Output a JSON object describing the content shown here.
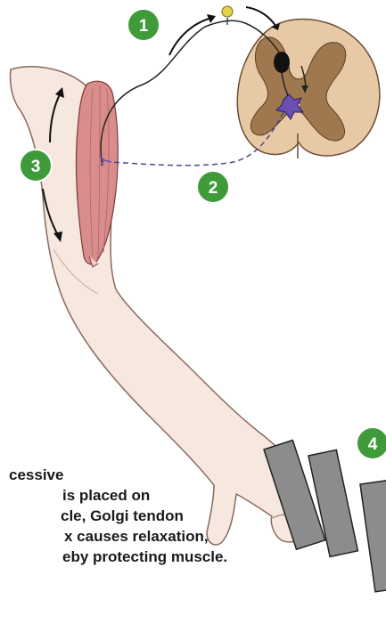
{
  "steps": {
    "step1": "1",
    "step2": "2",
    "step3": "3",
    "step4": "4"
  },
  "caption": {
    "line1": "cessive",
    "line2": "is placed on",
    "line3": "cle, Golgi tendon",
    "line4": "x causes relaxation,",
    "line5": "eby protecting muscle."
  },
  "colors": {
    "badge_green": "#3f9a3a",
    "skin": "#f6e7df",
    "skin_outline": "#8a6a5e",
    "muscle": "#d98c8c",
    "spinal_cord": "#e7c9a6",
    "gray_matter": "#a07850",
    "weights": "#8c8c8c",
    "neuron_purple": "#6a4fb0",
    "sensory_yellow": "#e8d24a"
  },
  "icons": [
    "sensory-neuron-ganglion",
    "motor-neuron",
    "dumbbell-weights"
  ]
}
